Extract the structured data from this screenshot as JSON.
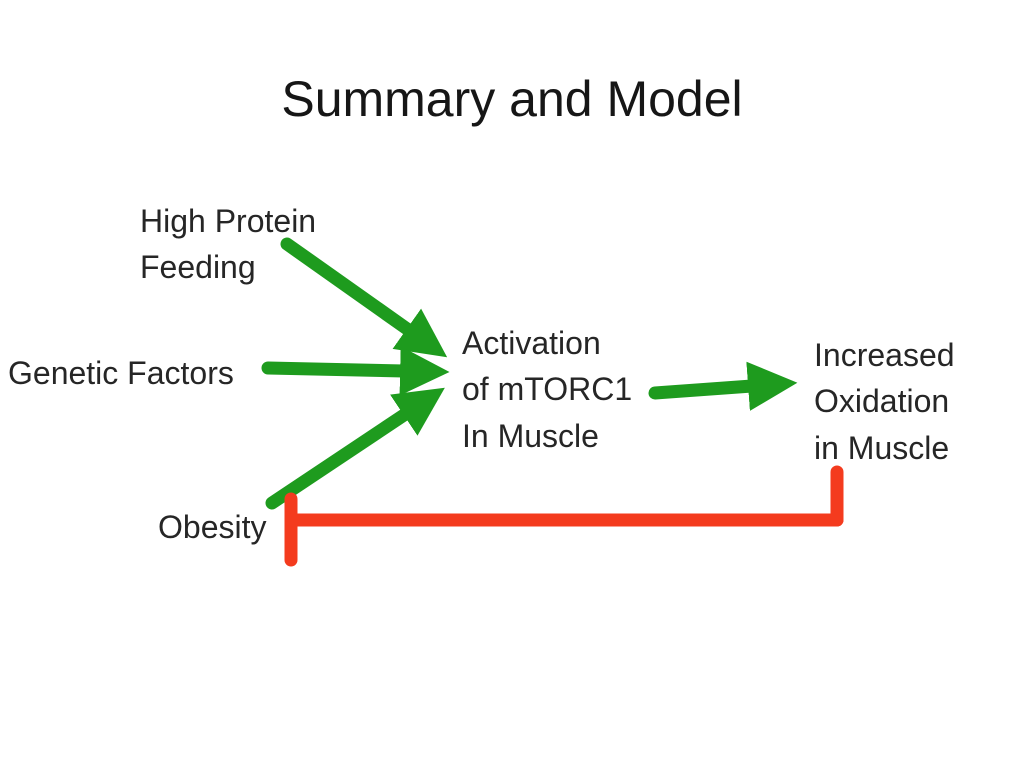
{
  "slide": {
    "title": "Summary and Model"
  },
  "nodes": {
    "high_protein": {
      "label": "High Protein\nFeeding"
    },
    "genetic_factors": {
      "label": "Genetic Factors"
    },
    "obesity": {
      "label": "Obesity"
    },
    "mtorc1": {
      "label": "Activation\nof mTORC1\nIn Muscle"
    },
    "oxidation": {
      "label": "Increased\nOxidation\nin Muscle"
    }
  },
  "edges": [
    {
      "from": "High Protein Feeding",
      "to": "Activation of mTORC1 In Muscle",
      "type": "activation"
    },
    {
      "from": "Genetic Factors",
      "to": "Activation of mTORC1 In Muscle",
      "type": "activation"
    },
    {
      "from": "Obesity",
      "to": "Activation of mTORC1 In Muscle",
      "type": "activation"
    },
    {
      "from": "Activation of mTORC1 In Muscle",
      "to": "Increased Oxidation in Muscle",
      "type": "activation"
    },
    {
      "from": "Obesity",
      "to": "Increased Oxidation in Muscle",
      "type": "inhibition"
    }
  ],
  "colors": {
    "arrow_green": "#1E9B1E",
    "inhibit_red": "#F43B1E",
    "text": "#262626",
    "background": "#FFFFFF"
  }
}
